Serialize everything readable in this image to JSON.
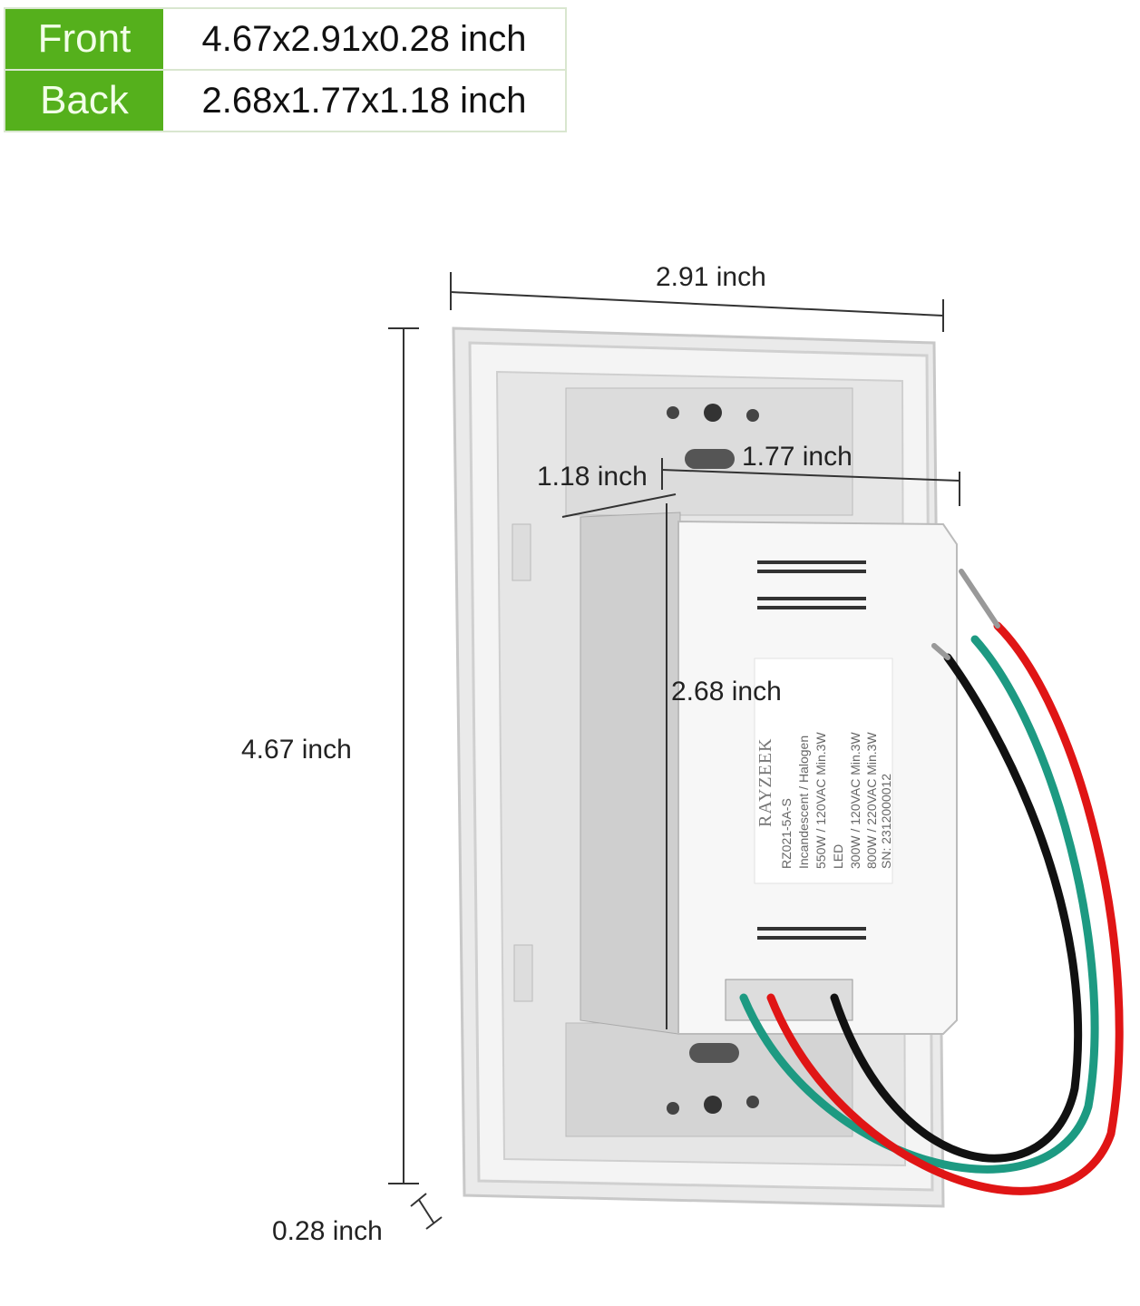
{
  "spec_table": {
    "rows": [
      {
        "key": "Front",
        "value": "4.67x2.91x0.28 inch"
      },
      {
        "key": "Back",
        "value": "2.68x1.77x1.18 inch"
      }
    ]
  },
  "dimensions": {
    "width": "2.91 inch",
    "height": "4.67 inch",
    "thickness": "0.28 inch",
    "box_depth": "1.18 inch",
    "box_width": "1.77 inch",
    "box_height": "2.68 inch"
  },
  "product_label": {
    "brand": "RAYZEEK",
    "model": "RZ021-5A-S",
    "line1": "Incandescent / Halogen",
    "line2": "550W / 120VAC Min.3W",
    "line3": "LED",
    "line4": "300W / 120VAC Min.3W",
    "line5": "800W / 220VAC Min.3W",
    "serial": "SN: 2312000012"
  },
  "colors": {
    "accent": "#55b01c",
    "wire_red": "#e01515",
    "wire_green": "#1d9a82",
    "wire_black": "#111111"
  }
}
